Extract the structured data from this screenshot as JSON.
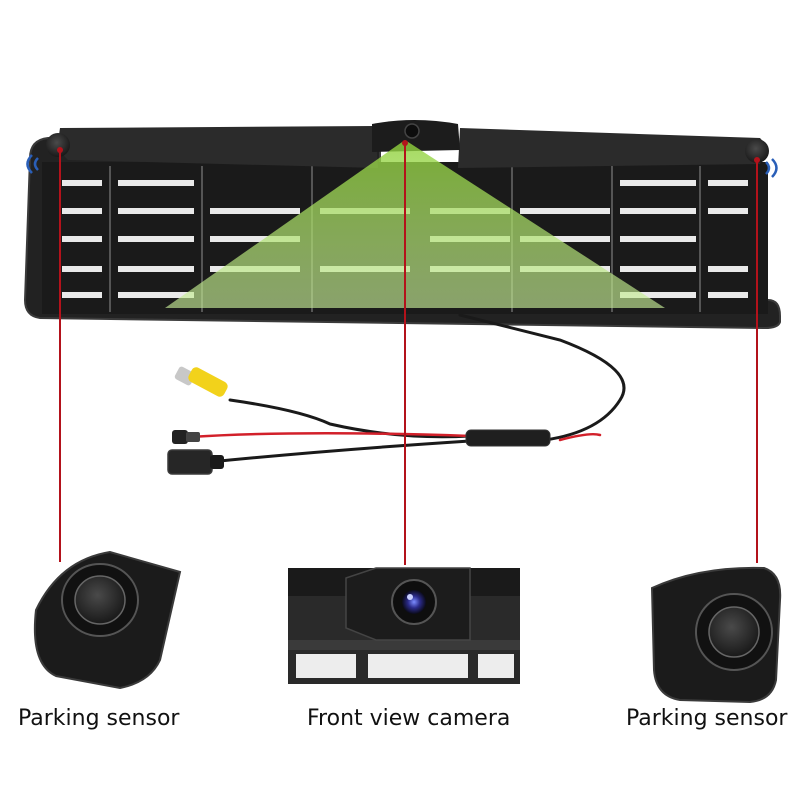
{
  "labels": {
    "left_sensor": "Parking sensor",
    "camera": "Front view camera",
    "right_sensor": "Parking sensor"
  },
  "colors": {
    "frame": "#1f1f1f",
    "frame_edge": "#3a3a3a",
    "field_of_view": "#9ccf3a",
    "leader_line": "#b3121b",
    "sensor_wave": "#2a5fb8",
    "rca_plug": "#f2d21b",
    "power_wire": "#d2202a",
    "background": "#ffffff"
  },
  "icons": {
    "left_sensor": "parking-sensor-icon",
    "camera": "camera-lens-icon",
    "right_sensor": "parking-sensor-icon"
  }
}
